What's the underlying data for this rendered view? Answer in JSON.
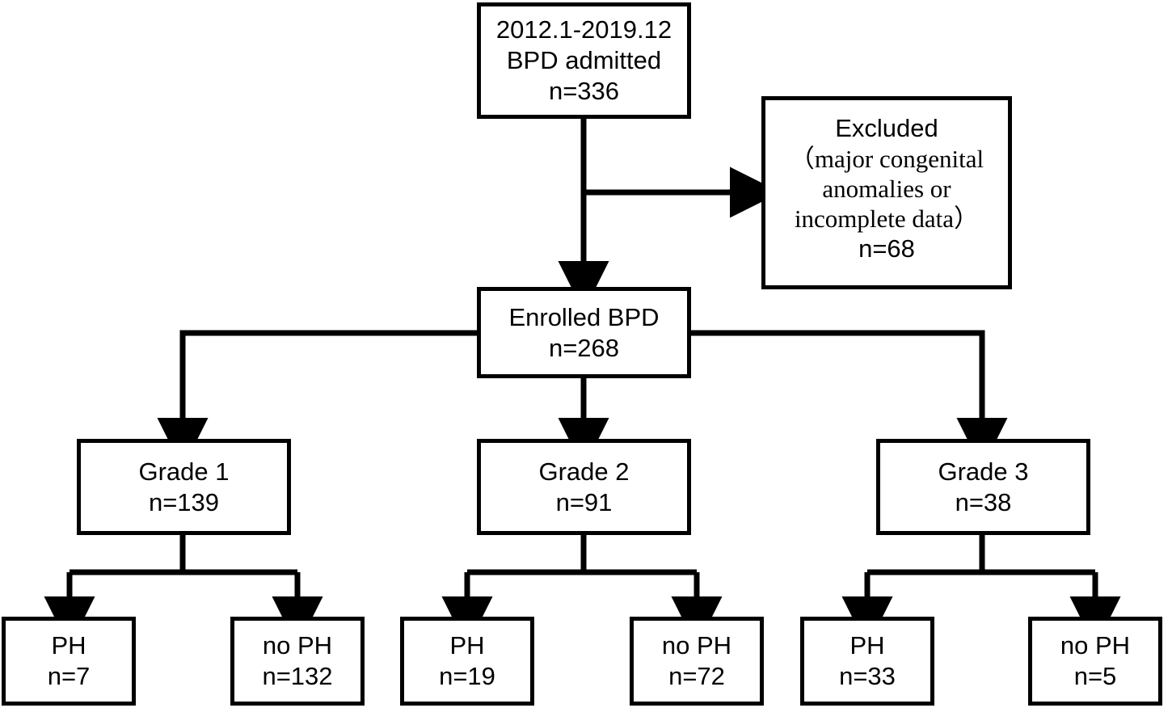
{
  "diagram": {
    "title": "BPD study enrollment flow chart",
    "type": "flowchart",
    "background_color": "#ffffff",
    "line_color": "#000000",
    "text_color": "#000000"
  },
  "nodes": {
    "admitted": {
      "name": "bpd-admitted",
      "lines": [
        "2012.1-2019.12",
        "BPD admitted",
        "n=336"
      ],
      "count": 336
    },
    "excluded": {
      "name": "excluded",
      "lines": [
        "Excluded",
        "（major congenital",
        "anomalies or",
        "incomplete data）",
        "n=68"
      ],
      "count": 68
    },
    "enrolled": {
      "name": "enrolled-bpd",
      "lines": [
        "Enrolled BPD",
        "n=268"
      ],
      "count": 268
    },
    "grade1": {
      "name": "grade-1",
      "lines": [
        "Grade 1",
        "n=139"
      ],
      "count": 139
    },
    "grade2": {
      "name": "grade-2",
      "lines": [
        "Grade 2",
        "n=91"
      ],
      "count": 91
    },
    "grade3": {
      "name": "grade-3",
      "lines": [
        "Grade 3",
        "n=38"
      ],
      "count": 38
    },
    "g1_ph": {
      "name": "grade-1-ph",
      "lines": [
        "PH",
        "n=7"
      ],
      "count": 7
    },
    "g1_noph": {
      "name": "grade-1-no-ph",
      "lines": [
        "no PH",
        "n=132"
      ],
      "count": 132
    },
    "g2_ph": {
      "name": "grade-2-ph",
      "lines": [
        "PH",
        "n=19"
      ],
      "count": 19
    },
    "g2_noph": {
      "name": "grade-2-no-ph",
      "lines": [
        "no PH",
        "n=72"
      ],
      "count": 72
    },
    "g3_ph": {
      "name": "grade-3-ph",
      "lines": [
        "PH",
        "n=33"
      ],
      "count": 33
    },
    "g3_noph": {
      "name": "grade-3-no-ph",
      "lines": [
        "no PH",
        "n=5"
      ],
      "count": 5
    }
  },
  "edges": [
    {
      "from": "admitted",
      "to": "enrolled",
      "arrow": true
    },
    {
      "from": "admitted",
      "to": "excluded",
      "arrow": true
    },
    {
      "from": "enrolled",
      "to": "grade1",
      "arrow": true
    },
    {
      "from": "enrolled",
      "to": "grade2",
      "arrow": true
    },
    {
      "from": "enrolled",
      "to": "grade3",
      "arrow": true
    },
    {
      "from": "grade1",
      "to": "g1_ph",
      "arrow": true
    },
    {
      "from": "grade1",
      "to": "g1_noph",
      "arrow": true
    },
    {
      "from": "grade2",
      "to": "g2_ph",
      "arrow": true
    },
    {
      "from": "grade2",
      "to": "g2_noph",
      "arrow": true
    },
    {
      "from": "grade3",
      "to": "g3_ph",
      "arrow": true
    },
    {
      "from": "grade3",
      "to": "g3_noph",
      "arrow": true
    }
  ]
}
